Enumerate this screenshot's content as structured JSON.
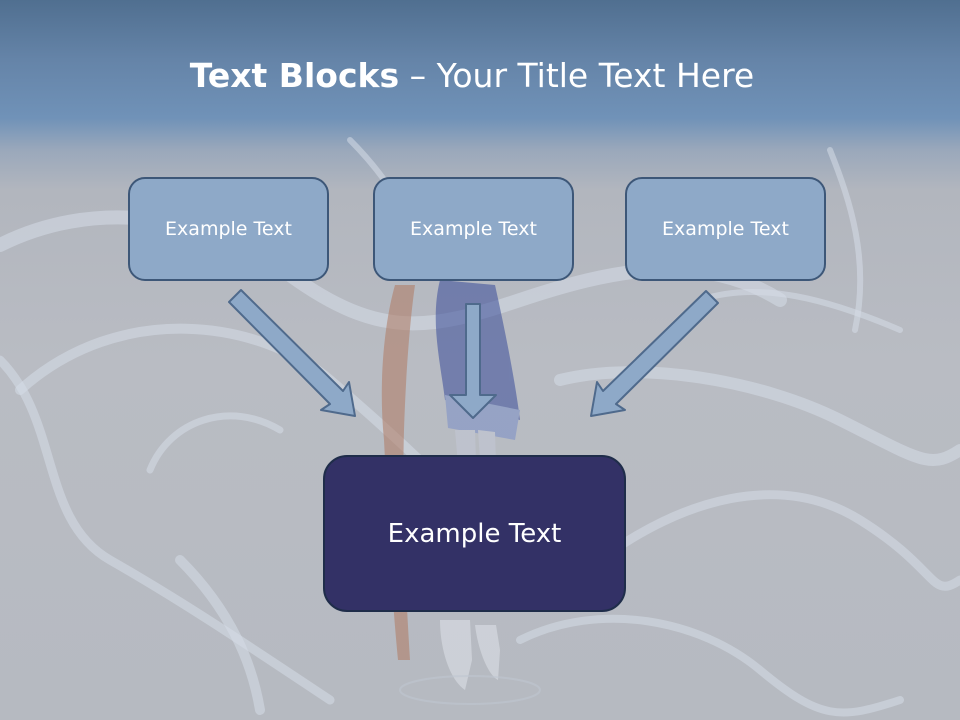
{
  "title": {
    "bold": "Text Blocks",
    "dash": " – ",
    "rest": "Your Title Text Here"
  },
  "blocks": [
    {
      "label": "Example Text"
    },
    {
      "label": "Example Text"
    },
    {
      "label": "Example Text"
    }
  ],
  "main_block": {
    "label": "Example Text"
  },
  "colors": {
    "small_box_fill": "#8ea9c8",
    "small_box_border": "#3d5778",
    "main_box_fill": "#333166",
    "arrow_fill": "#8ea9c8",
    "title_text": "#ffffff"
  }
}
